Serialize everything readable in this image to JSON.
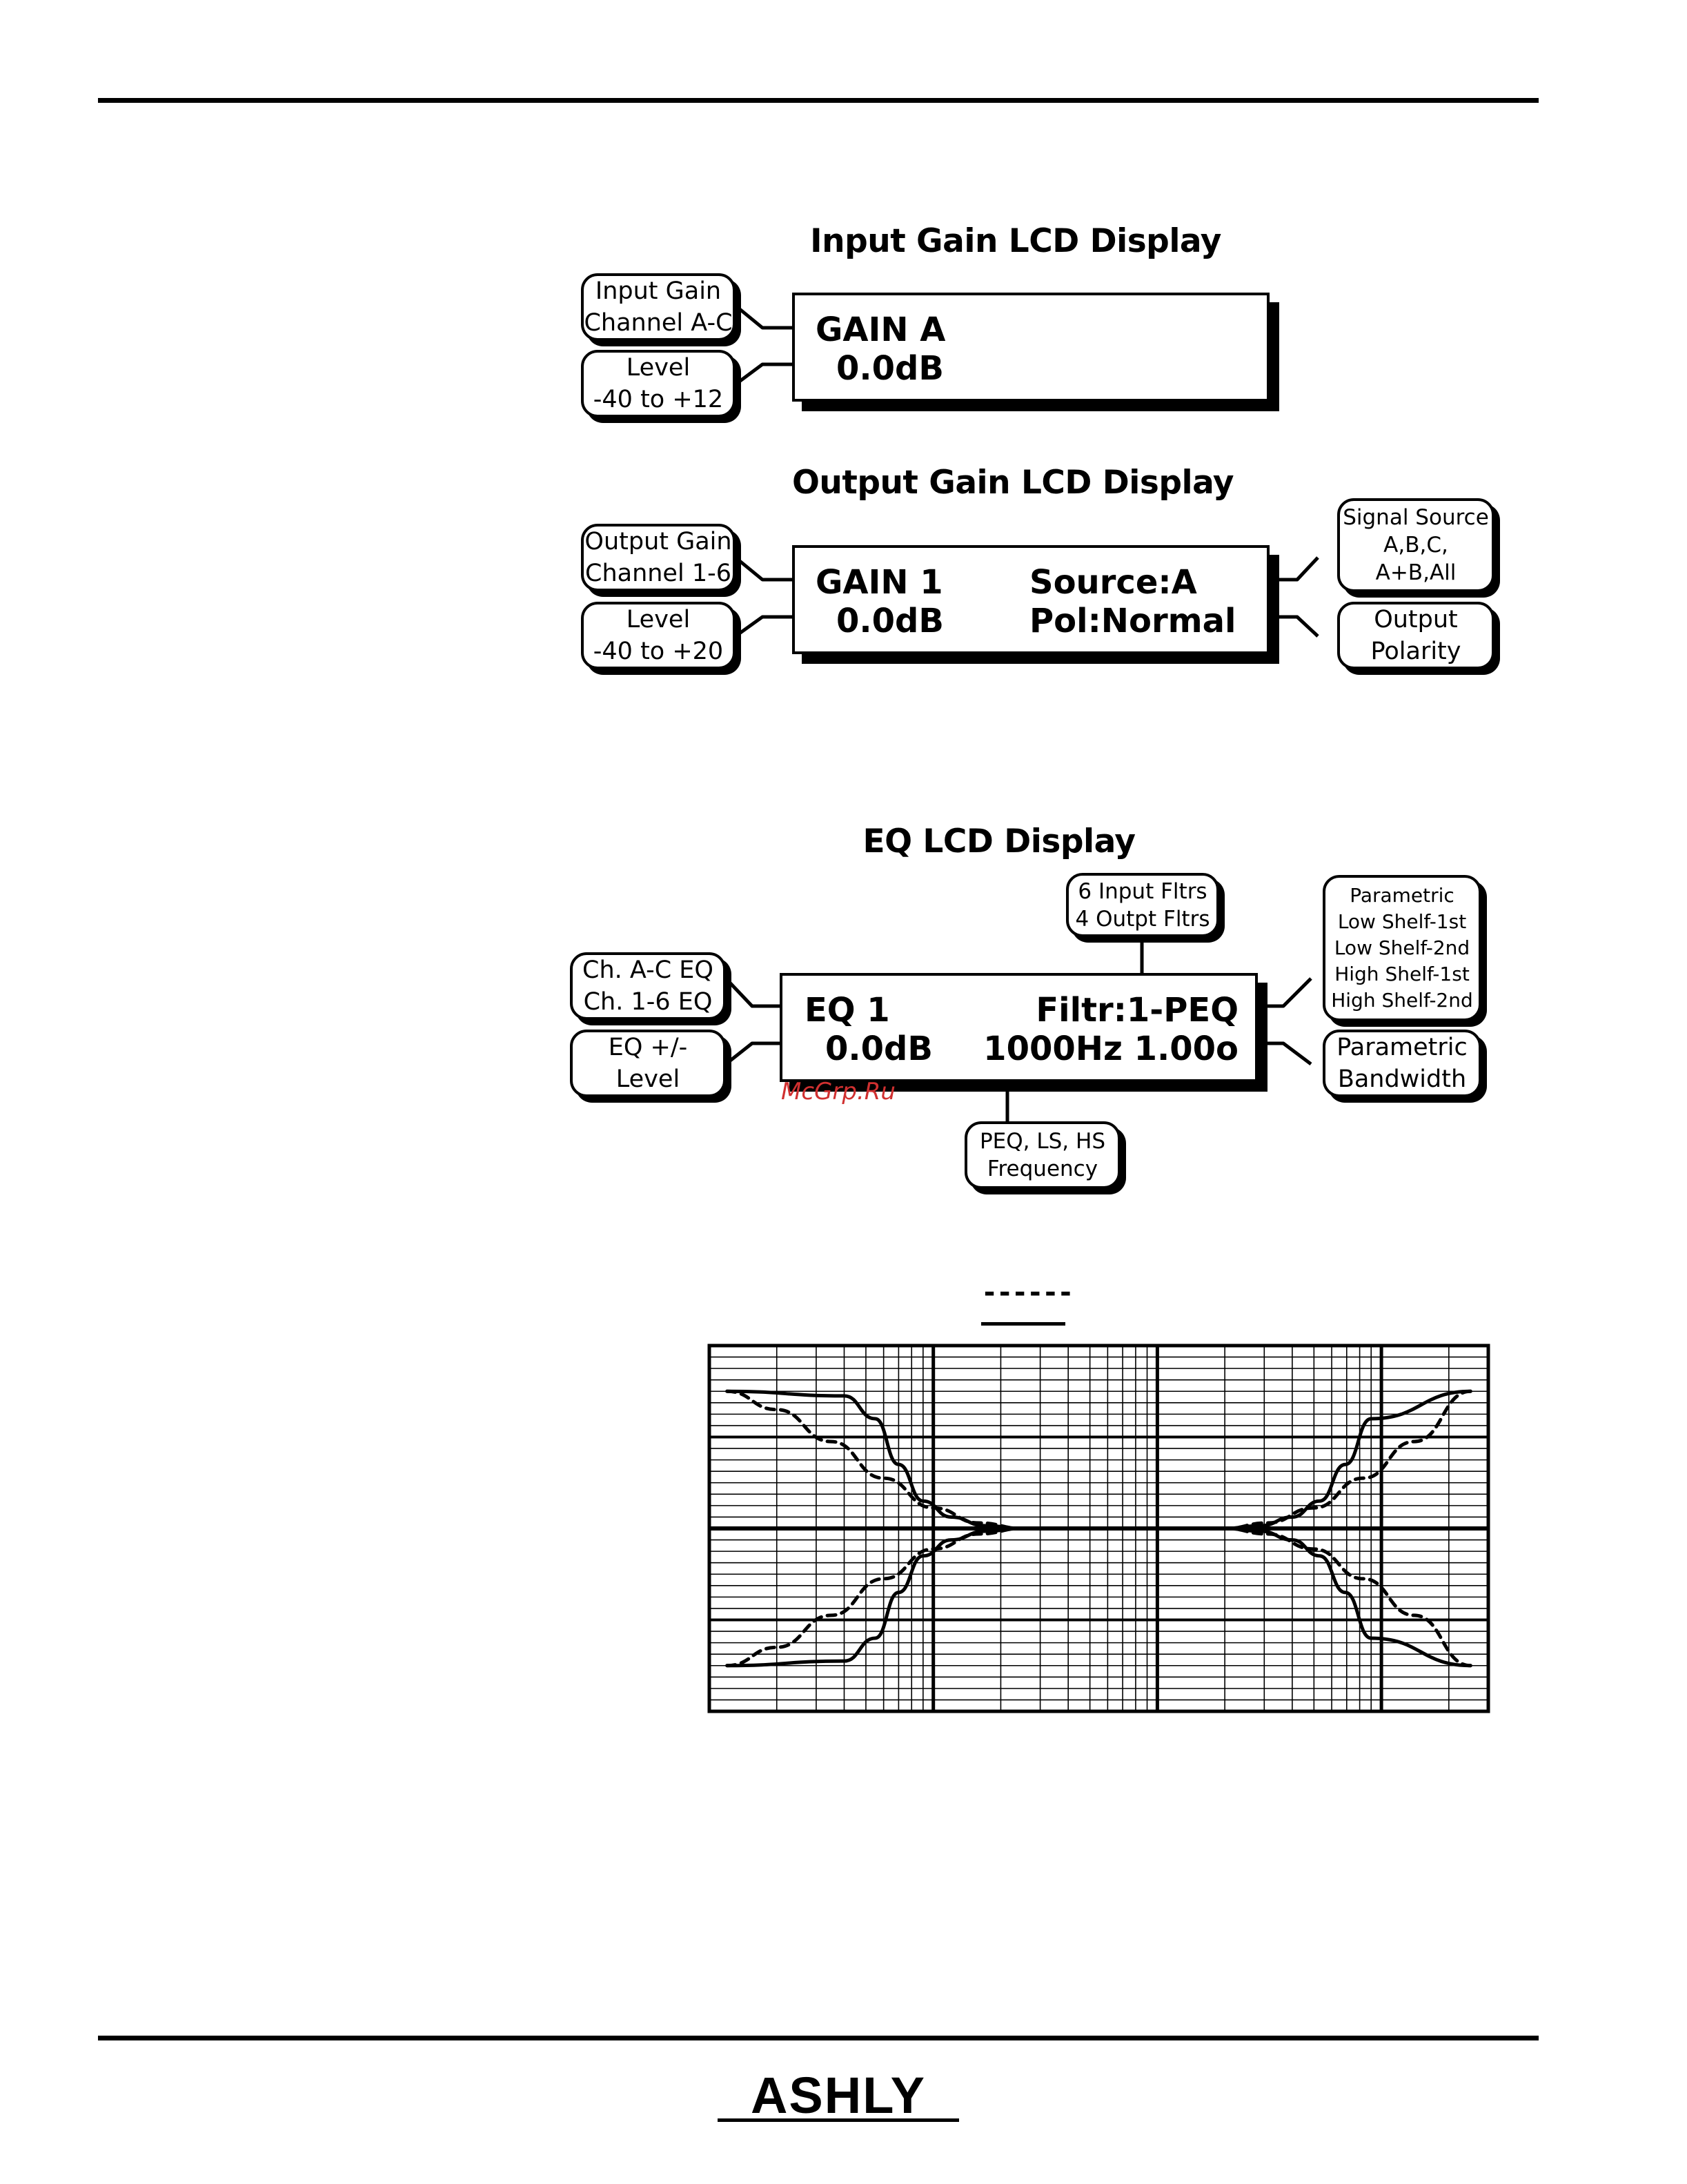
{
  "sections": {
    "input_gain": {
      "title": "Input Gain LCD Display",
      "lcd": {
        "line1": "GAIN A",
        "line2": "0.0dB"
      },
      "callouts": {
        "channel": [
          "Input Gain",
          "Channel A-C"
        ],
        "level": [
          "Level",
          "-40 to +12"
        ]
      }
    },
    "output_gain": {
      "title": "Output Gain LCD Display",
      "lcd": {
        "line1_left": "GAIN 1",
        "line2_left": "0.0dB",
        "line1_right": "Source:A",
        "line2_right": "Pol:Normal"
      },
      "callouts": {
        "channel": [
          "Output Gain",
          "Channel 1-6"
        ],
        "level": [
          "Level",
          "-40 to +20"
        ],
        "source": [
          "Signal Source",
          "A,B,C,",
          "A+B,All"
        ],
        "polarity": [
          "Output",
          "Polarity"
        ]
      }
    },
    "eq": {
      "title": "EQ LCD Display",
      "lcd": {
        "line1_left": "EQ 1",
        "line2_left": "0.0dB",
        "line1_right": "Filtr:1-PEQ",
        "line2_right": "1000Hz 1.00o"
      },
      "callouts": {
        "channel": [
          "Ch. A-C EQ",
          "Ch. 1-6 EQ"
        ],
        "level": [
          "EQ +/-",
          "Level"
        ],
        "filters": [
          "6 Input Fltrs",
          "4 Outpt Fltrs"
        ],
        "type": [
          "Parametric",
          "Low Shelf-1st",
          "Low Shelf-2nd",
          "High Shelf-1st",
          "High Shelf-2nd"
        ],
        "bandwidth": [
          "Parametric",
          "Bandwidth"
        ],
        "frequency": [
          "PEQ, LS, HS",
          "Frequency"
        ]
      }
    }
  },
  "watermark": "McGrp.Ru",
  "legend": {
    "dashed_label": "------"
  },
  "logo": "ASHLY",
  "chart_data": {
    "type": "line",
    "x_scale": "log",
    "xlim": [
      10,
      30000
    ],
    "ylim": [
      -4,
      4
    ],
    "grid": true,
    "series": [
      {
        "style": "solid",
        "x": [
          12,
          40,
          55,
          70,
          90,
          120,
          170,
          250
        ],
        "y": [
          3,
          2.9,
          2.4,
          1.4,
          0.6,
          0.25,
          0.06,
          0
        ]
      },
      {
        "style": "solid",
        "x": [
          12,
          40,
          55,
          70,
          90,
          120,
          170,
          250
        ],
        "y": [
          -3,
          -2.9,
          -2.4,
          -1.4,
          -0.6,
          -0.25,
          -0.06,
          0
        ]
      },
      {
        "style": "dashed",
        "x": [
          12,
          20,
          35,
          60,
          100,
          160,
          250
        ],
        "y": [
          3,
          2.6,
          1.9,
          1.1,
          0.45,
          0.12,
          0
        ]
      },
      {
        "style": "dashed",
        "x": [
          12,
          20,
          35,
          60,
          100,
          160,
          250
        ],
        "y": [
          -3,
          -2.6,
          -1.9,
          -1.1,
          -0.45,
          -0.12,
          0
        ]
      },
      {
        "style": "solid",
        "x": [
          2000,
          2900,
          4000,
          5300,
          6900,
          9000,
          25000
        ],
        "y": [
          0,
          0.06,
          0.25,
          0.6,
          1.4,
          2.4,
          3
        ]
      },
      {
        "style": "solid",
        "x": [
          2000,
          2900,
          4000,
          5300,
          6900,
          9000,
          25000
        ],
        "y": [
          0,
          -0.06,
          -0.25,
          -0.6,
          -1.4,
          -2.4,
          -3
        ]
      },
      {
        "style": "dashed",
        "x": [
          2000,
          3100,
          5000,
          8300,
          14000,
          25000
        ],
        "y": [
          0,
          0.12,
          0.45,
          1.1,
          1.9,
          3
        ]
      },
      {
        "style": "dashed",
        "x": [
          2000,
          3100,
          5000,
          8300,
          14000,
          25000
        ],
        "y": [
          0,
          -0.12,
          -0.45,
          -1.1,
          -1.9,
          -3
        ]
      }
    ]
  }
}
